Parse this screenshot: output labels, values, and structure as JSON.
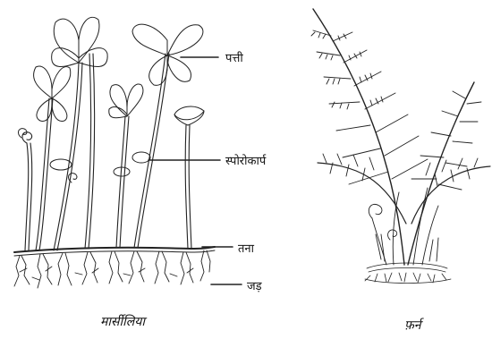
{
  "left_figure": {
    "caption": "मार्सीलिया",
    "labels": {
      "leaf": "पत्ती",
      "sporocarp": "स्पोरोकार्प",
      "stem": "तना",
      "root": "जड़"
    }
  },
  "right_figure": {
    "caption": "फ़र्न"
  }
}
